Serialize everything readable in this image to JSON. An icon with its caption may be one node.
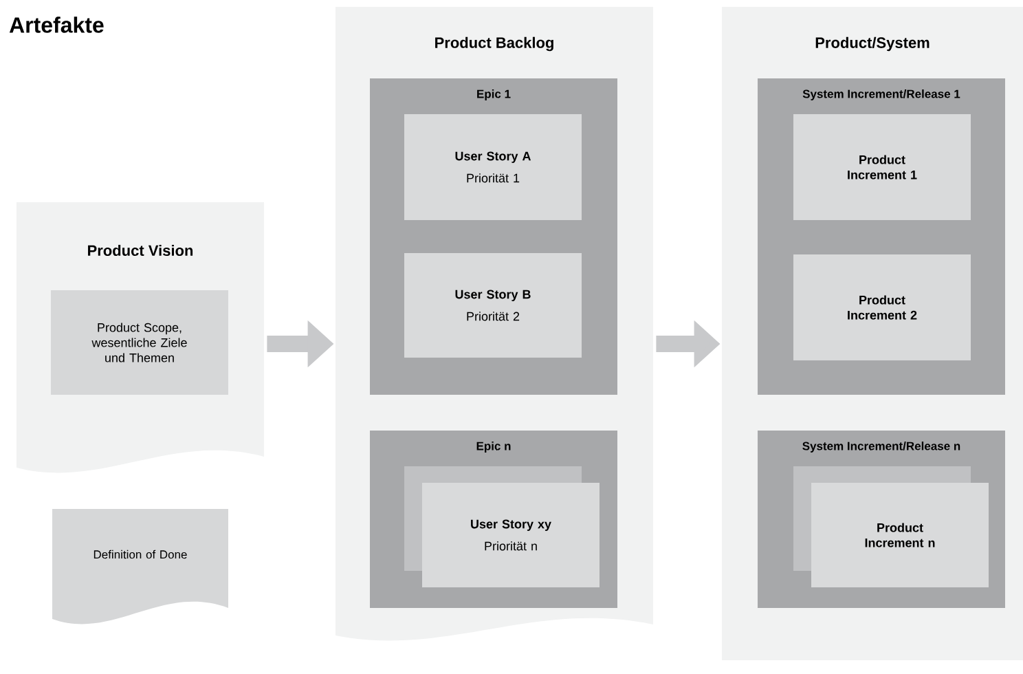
{
  "diagram": {
    "title": "Artefakte",
    "nodes": [
      {
        "text": [
          "Product Vision"
        ]
      },
      {
        "text": [
          "Product Scope, wesentliche Ziele und Themen"
        ],
        "in": 0
      },
      {
        "text": [
          "Definition of Done"
        ]
      },
      {
        "text": [
          "Product Backlog"
        ]
      },
      {
        "text": [
          "Epic 1"
        ],
        "in": 3
      },
      {
        "text": [
          "User Story A",
          "Priorität 1"
        ],
        "in": 4
      },
      {
        "text": [
          "User Story B",
          "Priorität 2"
        ],
        "in": 4
      },
      {
        "text": [
          "Epic n"
        ],
        "in": 3
      },
      {
        "text": [],
        "shape": "box",
        "in": 7
      },
      {
        "text": [
          "User Story xy",
          "Priorität n"
        ],
        "in": 7
      },
      {
        "text": [
          "Product/System"
        ]
      },
      {
        "text": [
          "System Increment/Release 1"
        ],
        "in": 10
      },
      {
        "text": [
          "Product Increment 1"
        ],
        "in": 11
      },
      {
        "text": [
          "Product Increment 2"
        ],
        "in": 11
      },
      {
        "text": [
          "System Increment/Release n"
        ],
        "in": 10
      },
      {
        "text": [],
        "shape": "box",
        "in": 14
      },
      {
        "text": [
          "Product Increment n"
        ],
        "in": 14
      }
    ],
    "edges": [
      {
        "from": 0,
        "to": 3,
        "arrow": "to"
      },
      {
        "from": 3,
        "to": 10,
        "arrow": "to"
      }
    ]
  }
}
